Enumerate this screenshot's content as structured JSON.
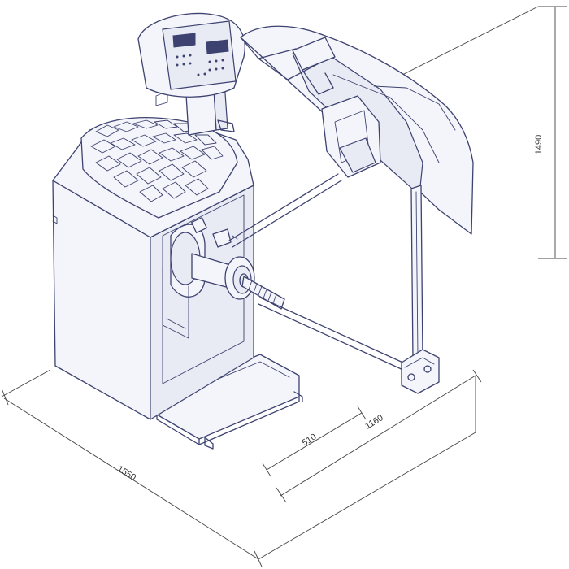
{
  "diagram": {
    "subject": "wheel-balancer-machine",
    "line_color": "#3d4270",
    "dimensions": {
      "height": "1490",
      "overall_width": "1550",
      "shaft_reach": "510",
      "overall_depth": "1160"
    }
  }
}
